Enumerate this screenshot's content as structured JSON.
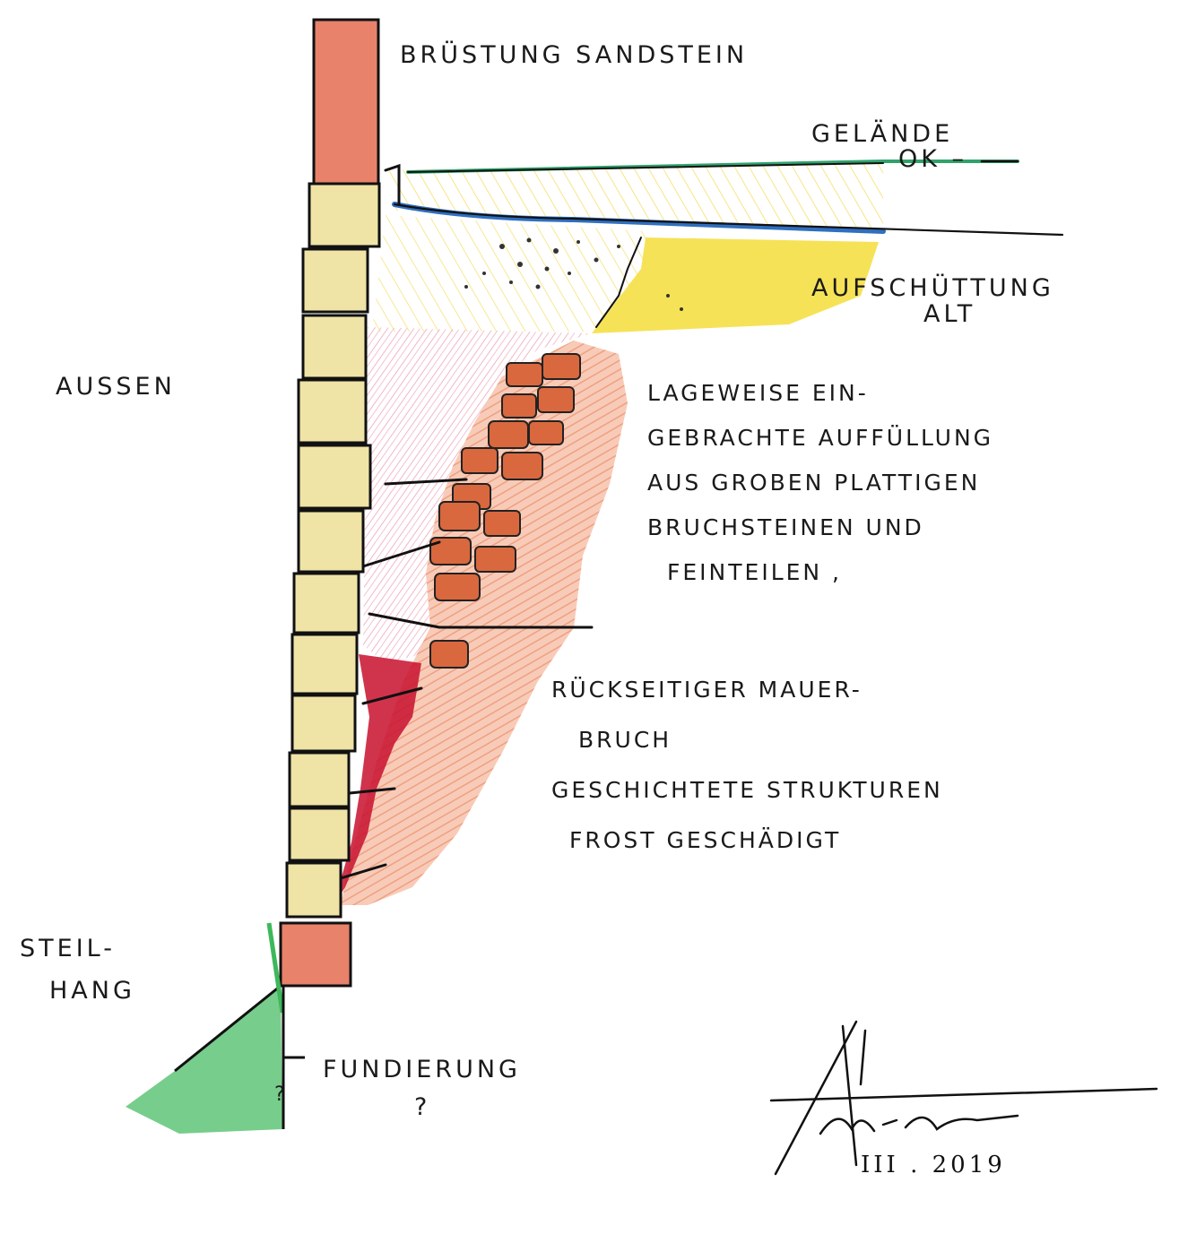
{
  "labels": {
    "bruestung": "Brüstung Sandstein",
    "gelaende_1": "Gelände",
    "gelaende_2": "OK –",
    "aufschuettung_1": "Aufschüttung",
    "aufschuettung_2": "Alt",
    "aussen": "Aussen",
    "lageweise": [
      "Lageweise ein-",
      "gebrachte Auffüllung",
      "aus groben plattigen",
      "Bruchsteinen und",
      "Feinteilen ,"
    ],
    "rueckseitig": [
      "Rückseitiger Mauer-",
      "Bruch",
      "Geschichtete Strukturen",
      "Frost geschädigt"
    ],
    "steilhang_1": "Steil-",
    "steilhang_2": "Hang",
    "fundierung": "Fundierung",
    "fundierung_q": "?",
    "wall_q": "?"
  },
  "signature": {
    "date": "III . 2019"
  },
  "colors": {
    "sandstone_brick": "#e8826a",
    "sandstone_block": "#efe3a6",
    "ground_green": "#2fa36b",
    "water_blue": "#2f6fc0",
    "fill_yellow": "#f5dd3a",
    "pink_hatch": "#ef9fb3",
    "rubble_orange": "#e8845a",
    "damage_red": "#c8102e",
    "slope_green": "#3db85a",
    "ink": "#111111"
  }
}
